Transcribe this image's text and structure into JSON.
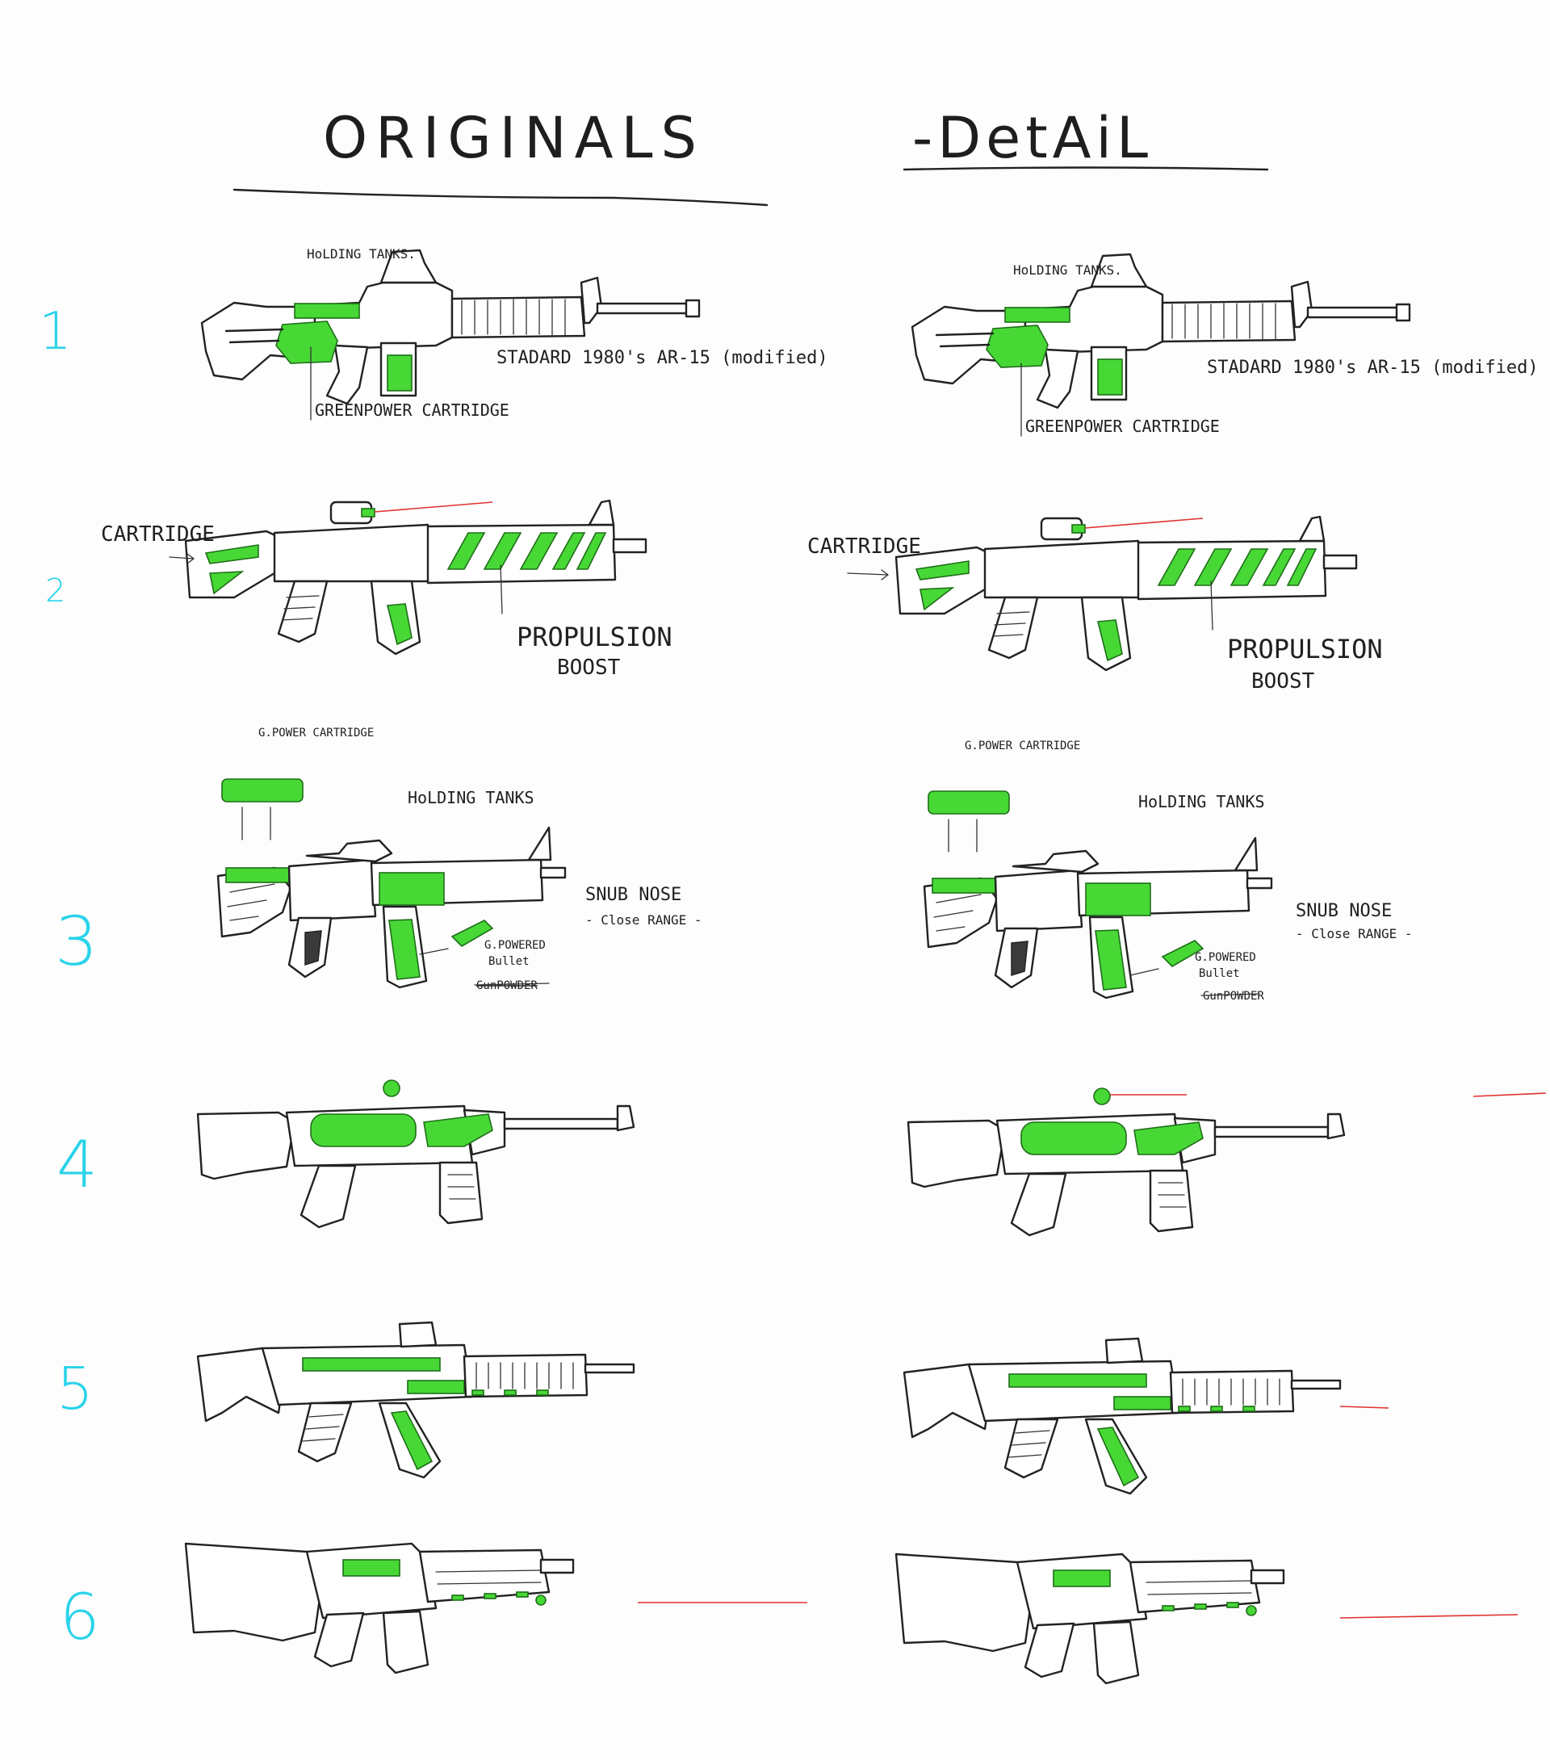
{
  "headers": {
    "originals": "ORIGINALS",
    "detail": "-DetAiL"
  },
  "row_numbers": [
    "1",
    "2",
    "3",
    "4",
    "5",
    "6"
  ],
  "annotations": {
    "row1": {
      "holding_tanks": "HoLDING TANKS.",
      "standard": "STADARD 1980's AR-15 (modified)",
      "green_power": "GREENPOWER CARTRIDGE"
    },
    "row2": {
      "cartridge": "CARTRIDGE",
      "propulsion": "PROPULSION",
      "boost": "BOOST"
    },
    "row3": {
      "g_power": "G.POWER CARTRIDGE",
      "holding_tanks": "HoLDING TANKS",
      "snub_nose": "SNUB NOSE",
      "close_range": "- Close RANGE -",
      "g_powered": "G.POWERED",
      "bullet": "Bullet",
      "gunpowder": "GunPOWDER"
    }
  },
  "colors": {
    "paper": "#fdfdfd",
    "ink": "#222222",
    "glow": "#47d836",
    "row_number": "#29d3ea",
    "laser": "#e0302e"
  }
}
